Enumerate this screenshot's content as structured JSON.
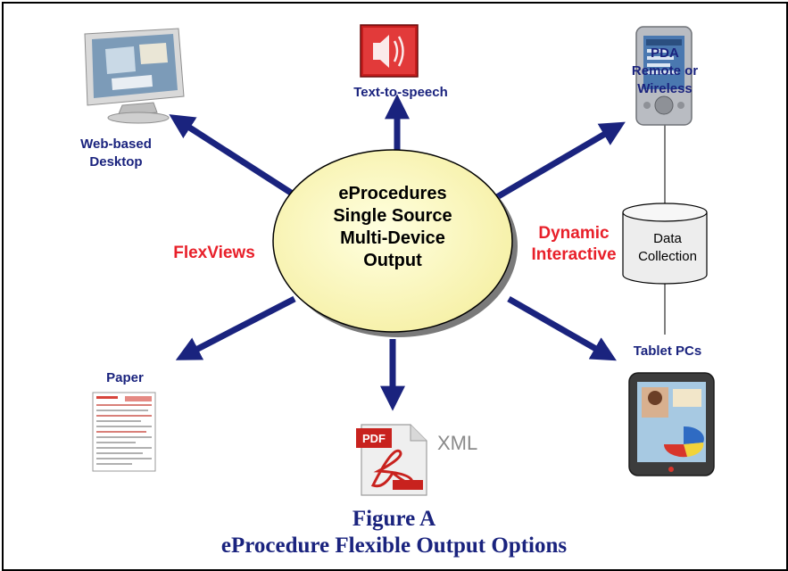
{
  "center": {
    "text": "eProcedures\nSingle Source\nMulti-Device\nOutput"
  },
  "outputs": {
    "text_to_speech": "Text-to-speech",
    "pda": "PDA\nRemote or\nWireless",
    "web_desktop": "Web-based\nDesktop",
    "paper": "Paper",
    "tablet": "Tablet PCs",
    "xml": "XML"
  },
  "side_labels": {
    "flexviews": "FlexViews",
    "dynamic": "Dynamic\nInteractive"
  },
  "data_collection": "Data\nCollection",
  "caption": {
    "line1": "Figure A",
    "line2": "eProcedure Flexible Output Options"
  },
  "icons": {
    "speaker": "speaker-icon",
    "pda": "pda-device-icon",
    "monitor": "desktop-monitor-icon",
    "paper": "paper-form-icon",
    "tablet": "tablet-pc-icon",
    "pdf": "pdf-document-icon",
    "database": "database-cylinder-icon"
  },
  "colors": {
    "arrow": "#1a237e",
    "label_blue": "#1a237e",
    "label_red": "#e8202a",
    "ellipse_fill": "#ffffcc"
  }
}
